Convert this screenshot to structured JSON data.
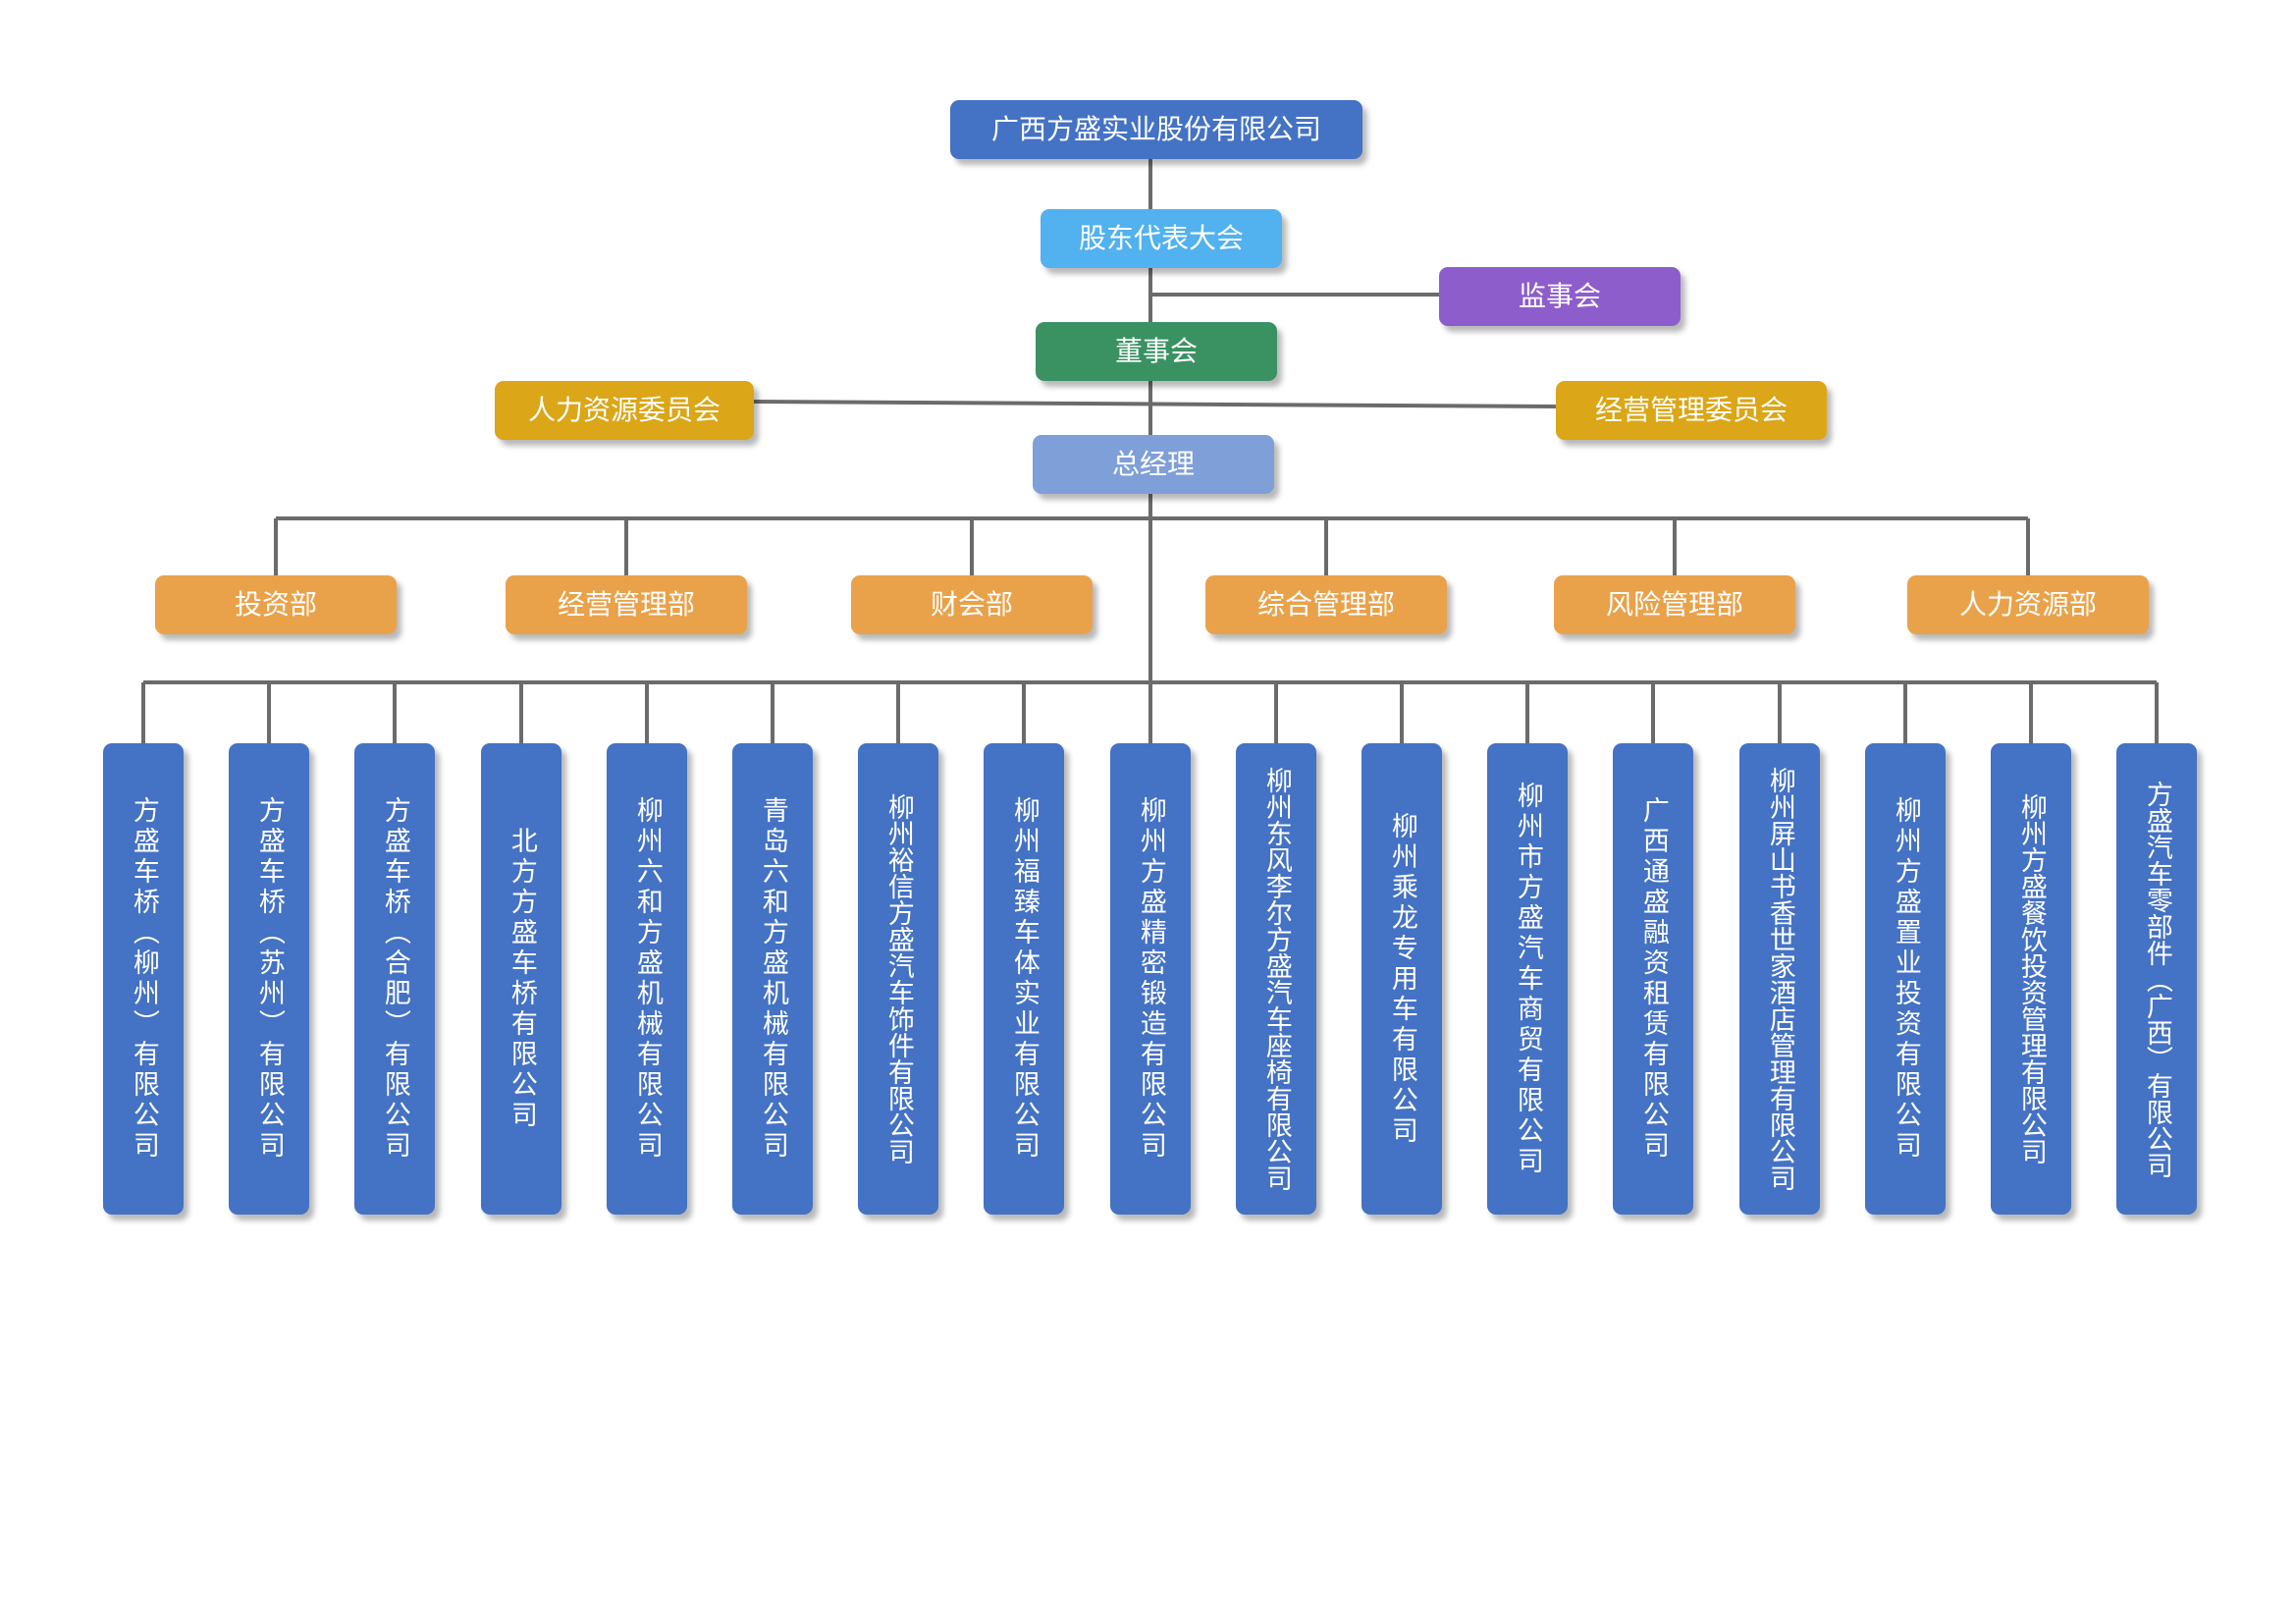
{
  "colors": {
    "connector": "#6b6b6b",
    "company": "#4472c4",
    "shareholders": "#52b1ef",
    "supervisory": "#8e5dcc",
    "board": "#3a9262",
    "committee": "#dba617",
    "general_manager": "#7f9fd8",
    "department": "#e9a24a",
    "subsidiary": "#4472c4"
  },
  "org": {
    "company": "广西方盛实业股份有限公司",
    "shareholders_meeting": "股东代表大会",
    "supervisory_board": "监事会",
    "board_of_directors": "董事会",
    "hr_committee": "人力资源委员会",
    "operations_committee": "经营管理委员会",
    "general_manager": "总经理"
  },
  "departments": [
    "投资部",
    "经营管理部",
    "财会部",
    "综合管理部",
    "风险管理部",
    "人力资源部"
  ],
  "subsidiaries": [
    "方盛车桥（柳州）有限公司",
    "方盛车桥（苏州）有限公司",
    "方盛车桥（合肥）有限公司",
    "北方方盛车桥有限公司",
    "柳州六和方盛机械有限公司",
    "青岛六和方盛机械有限公司",
    "柳州裕信方盛汽车饰件有限公司",
    "柳州福臻车体实业有限公司",
    "柳州方盛精密锻造有限公司",
    "柳州东风李尔方盛汽车座椅有限公司",
    "柳州乘龙专用车有限公司",
    "柳州市方盛汽车商贸有限公司",
    "广西通盛融资租赁有限公司",
    "柳州屏山书香世家酒店管理有限公司",
    "柳州方盛置业投资有限公司",
    "柳州方盛餐饮投资管理有限公司",
    "方盛汽车零部件（广西）有限公司"
  ]
}
